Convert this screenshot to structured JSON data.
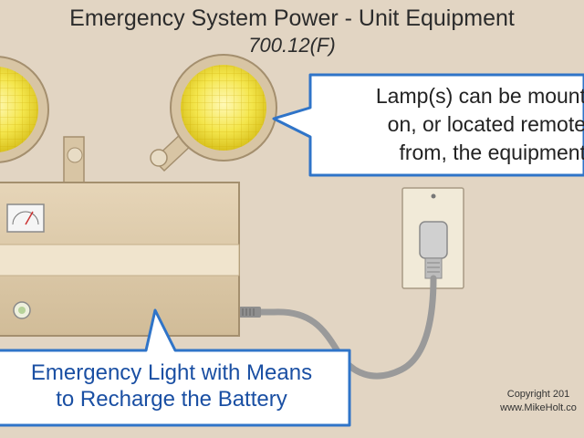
{
  "title": "Emergency System Power - Unit Equipment",
  "subtitle": "700.12(F)",
  "lamp_callout": {
    "lines": [
      "Lamp(s) can be mount",
      "on, or located remote",
      "from, the equipment"
    ]
  },
  "equipment_callout": {
    "lines": [
      "Emergency Light with Means",
      "to Recharge the Battery"
    ]
  },
  "copyright": {
    "lines": [
      "Copyright 201",
      "www.MikeHolt.co"
    ]
  },
  "colors": {
    "background": "#e2d5c3",
    "callout_border": "#2f74c8",
    "callout_fill": "#ffffff",
    "equipment_fill": "#dcc8a8",
    "lamp_yellow": "#f3e24a",
    "cord": "#9a9a9a"
  }
}
